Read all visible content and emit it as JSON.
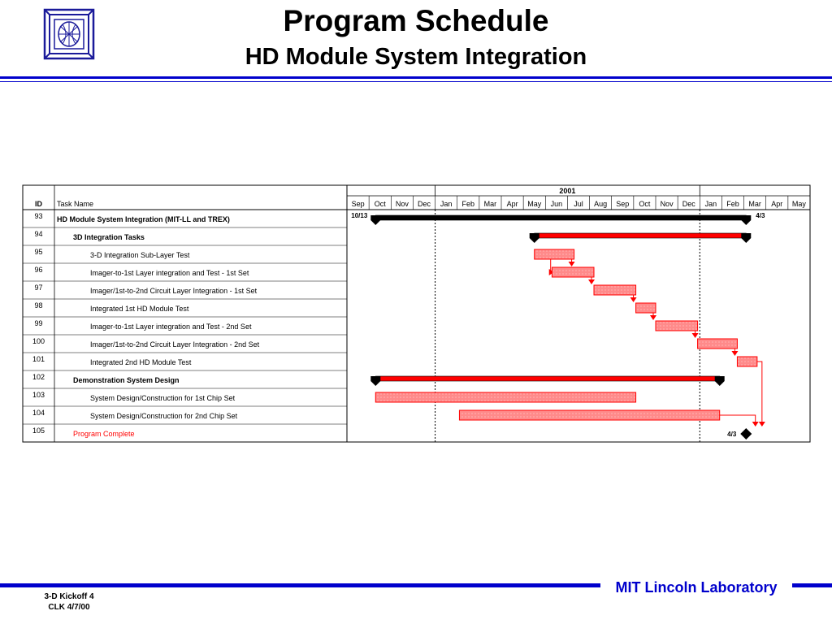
{
  "slide": {
    "title": "Program Schedule",
    "subtitle": "HD Module System Integration",
    "footer_line1": "3-D Kickoff 4",
    "footer_line2": "CLK 4/7/00",
    "brand": "MIT Lincoln Laboratory",
    "accent_color": "#0000cc",
    "bar_color": "#ff0000",
    "task_fill": "#ff8080"
  },
  "chart_data": {
    "type": "gantt",
    "year_label": "2001",
    "months": [
      "Sep",
      "Oct",
      "Nov",
      "Dec",
      "Jan",
      "Feb",
      "Mar",
      "Apr",
      "May",
      "Jun",
      "Jul",
      "Aug",
      "Sep",
      "Oct",
      "Nov",
      "Dec",
      "Jan",
      "Feb",
      "Mar",
      "Apr",
      "May"
    ],
    "columns": {
      "id": "ID",
      "task": "Task Name"
    },
    "tasks": [
      {
        "id": "93",
        "name": "HD Module System Integration (MIT-LL and TREX)",
        "level": 0,
        "kind": "summary-black",
        "start": 1.3,
        "end": 18.1,
        "start_label": "10/13",
        "end_label": "4/3"
      },
      {
        "id": "94",
        "name": "3D Integration Tasks",
        "level": 1,
        "kind": "summary-red",
        "start": 8.5,
        "end": 18.1
      },
      {
        "id": "95",
        "name": "3-D Integration Sub-Layer Test",
        "level": 2,
        "kind": "task",
        "start": 8.5,
        "end": 10.3
      },
      {
        "id": "96",
        "name": "Imager-to-1st Layer integration and Test - 1st Set",
        "level": 2,
        "kind": "task",
        "start": 9.3,
        "end": 11.2
      },
      {
        "id": "97",
        "name": "Imager/1st-to-2nd Circuit Layer Integration - 1st Set",
        "level": 2,
        "kind": "task",
        "start": 11.2,
        "end": 13.1
      },
      {
        "id": "98",
        "name": "Integrated 1st HD Module Test",
        "level": 2,
        "kind": "task",
        "start": 13.1,
        "end": 14.0
      },
      {
        "id": "99",
        "name": "Imager-to-1st Layer integration and Test - 2nd Set",
        "level": 2,
        "kind": "task",
        "start": 14.0,
        "end": 15.9
      },
      {
        "id": "100",
        "name": "Imager/1st-to-2nd Circuit Layer Integration - 2nd Set",
        "level": 2,
        "kind": "task",
        "start": 15.9,
        "end": 17.7
      },
      {
        "id": "101",
        "name": "Integrated 2nd HD Module Test",
        "level": 2,
        "kind": "task",
        "start": 17.7,
        "end": 18.6
      },
      {
        "id": "102",
        "name": "Demonstration System Design",
        "level": 1,
        "kind": "summary-red",
        "start": 1.3,
        "end": 16.9
      },
      {
        "id": "103",
        "name": "System Design/Construction for 1st Chip Set",
        "level": 2,
        "kind": "task",
        "start": 1.3,
        "end": 13.1
      },
      {
        "id": "104",
        "name": "System Design/Construction for 2nd Chip Set",
        "level": 2,
        "kind": "task",
        "start": 5.1,
        "end": 16.9
      },
      {
        "id": "105",
        "name": "Program Complete",
        "level": 1,
        "kind": "milestone",
        "start": 18.1,
        "end": 18.1,
        "end_label": "4/3",
        "red_text": true
      }
    ]
  }
}
